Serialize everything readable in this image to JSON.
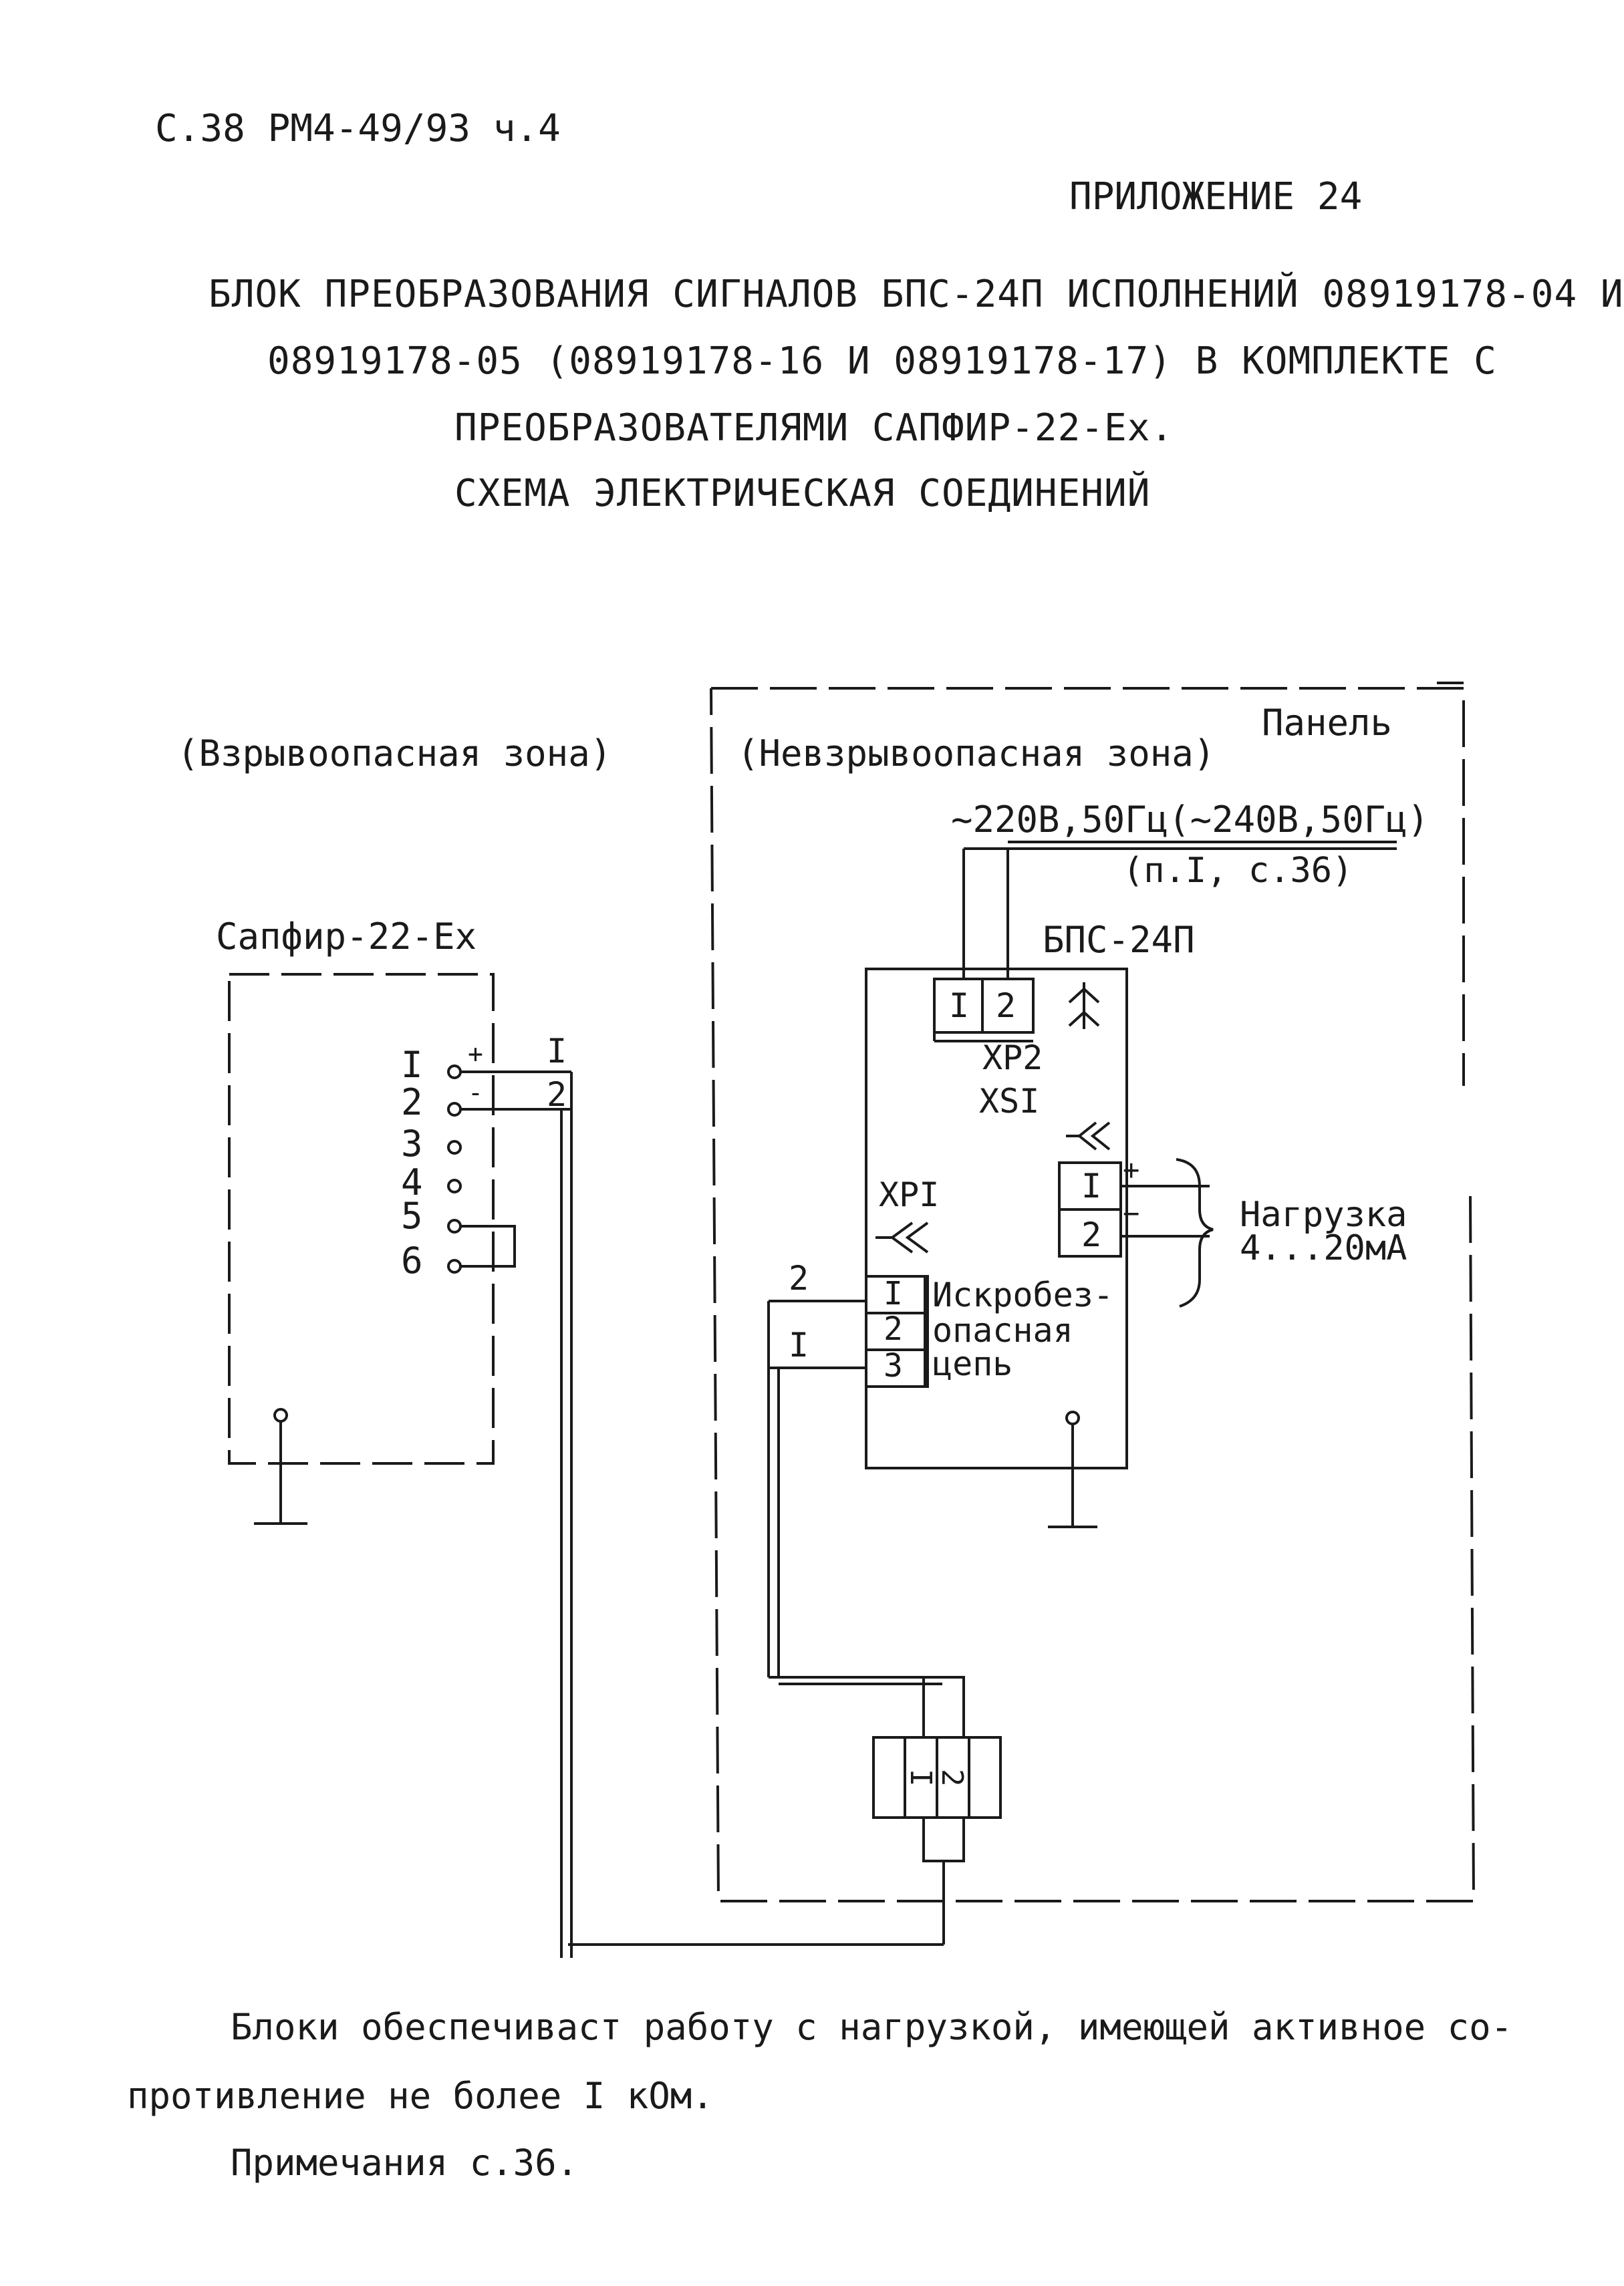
{
  "header": {
    "page_ref": "С.38  РМ4-49/93 ч.4",
    "appendix": "ПРИЛОЖЕНИЕ 24"
  },
  "title": {
    "line1": "БЛОК ПРЕОБРАЗОВАНИЯ СИГНАЛОВ БПС-24П ИСПОЛНЕНИЙ 08919178-04 И",
    "line2": "08919178-05 (08919178-16 И 08919178-17) В КОМПЛЕКТЕ С",
    "line3": "ПРЕОБРАЗОВАТЕЛЯМИ САПФИР-22-Ex.",
    "line4": "СХЕМА ЭЛЕКТРИЧЕСКАЯ СОЕДИНЕНИЙ"
  },
  "diagram": {
    "zone_hazard": "(Взрывоопасная зона)",
    "zone_safe": "(Невзрывоопасная зона)",
    "panel_label": "Панель",
    "power_label": "~220В,50Гц(~240В,50Гц)",
    "power_ref": "(п.I, с.36)",
    "sapfir_label": "Сапфир-22-Ex",
    "sapfir_terminals": [
      "I",
      "2",
      "3",
      "4",
      "5",
      "6"
    ],
    "sapfir_polarity": [
      "+",
      "-"
    ],
    "wire_labels": [
      "I",
      "2"
    ],
    "bps_label": "БПС-24П",
    "xp2_pins": [
      "I",
      "2"
    ],
    "xp2_label": "XP2",
    "xs1_label": "XSI",
    "xp1_label": "XPI",
    "load_pins": [
      "I",
      "2"
    ],
    "load_polarity": [
      "+",
      "−"
    ],
    "load_label_1": "Нагрузка",
    "load_label_2": "4...20мА",
    "is_pins": [
      "I",
      "2",
      "3"
    ],
    "is_label_1": "Искробез-",
    "is_label_2": "опасная",
    "is_label_3": "цепь",
    "is_wire_labels": [
      "2",
      "I"
    ],
    "bottom_conn_pins": [
      "I",
      "2"
    ]
  },
  "footer": {
    "text_line1": "Блоки обеспечиваст работу с нагрузкой, имеющей активное со-",
    "text_line2": "противление не более I кОм.",
    "note": "Примечания с.36."
  }
}
